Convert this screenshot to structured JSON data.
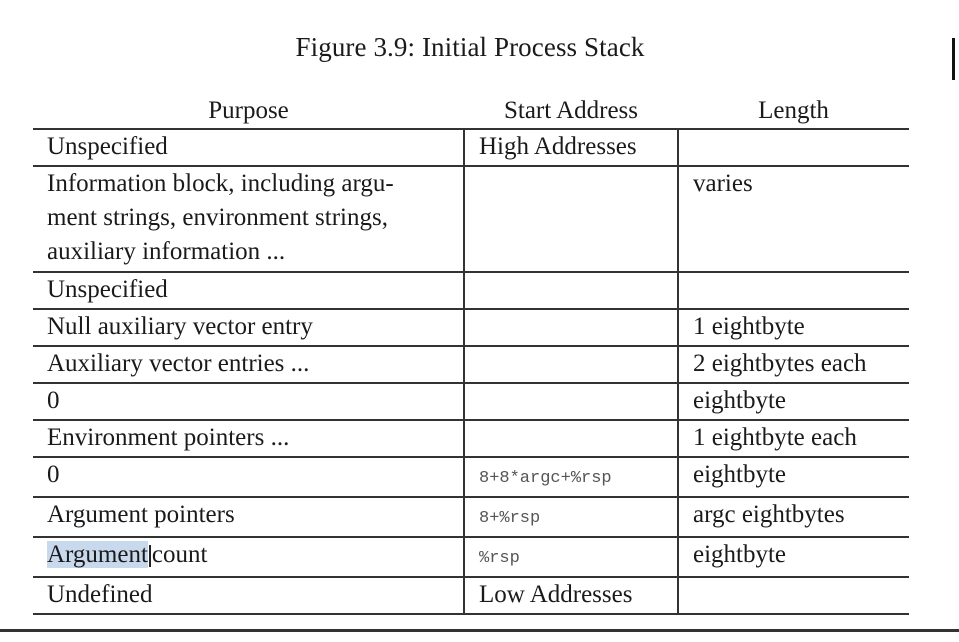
{
  "caption": "Figure 3.9: Initial Process Stack",
  "table": {
    "headers": [
      "Purpose",
      "Start Address",
      "Length"
    ],
    "rows": [
      {
        "purpose": "Unspecified",
        "start": "High Addresses",
        "length": ""
      },
      {
        "purpose": "Information block, including argu-\nment strings, environment strings,\nauxiliary information ...",
        "start": "",
        "length": "varies"
      },
      {
        "purpose": "Unspecified",
        "start": "",
        "length": ""
      },
      {
        "purpose": "Null auxiliary vector entry",
        "start": "",
        "length": "1 eightbyte"
      },
      {
        "purpose": "Auxiliary vector entries ...",
        "start": "",
        "length": "2 eightbytes each"
      },
      {
        "purpose": "0",
        "start": "",
        "length": "eightbyte"
      },
      {
        "purpose": "Environment pointers ...",
        "start": "",
        "length": "1 eightbyte each"
      },
      {
        "purpose": "0",
        "start": "8+8*argc+%rsp",
        "length": "eightbyte"
      },
      {
        "purpose": "Argument pointers",
        "start": "8+%rsp",
        "length": "argc eightbytes"
      },
      {
        "purpose_selected": "Argument",
        "purpose_rest": "count",
        "start": "%rsp",
        "length": "eightbyte"
      },
      {
        "purpose": "Undefined",
        "start": "Low Addresses",
        "length": ""
      }
    ]
  }
}
